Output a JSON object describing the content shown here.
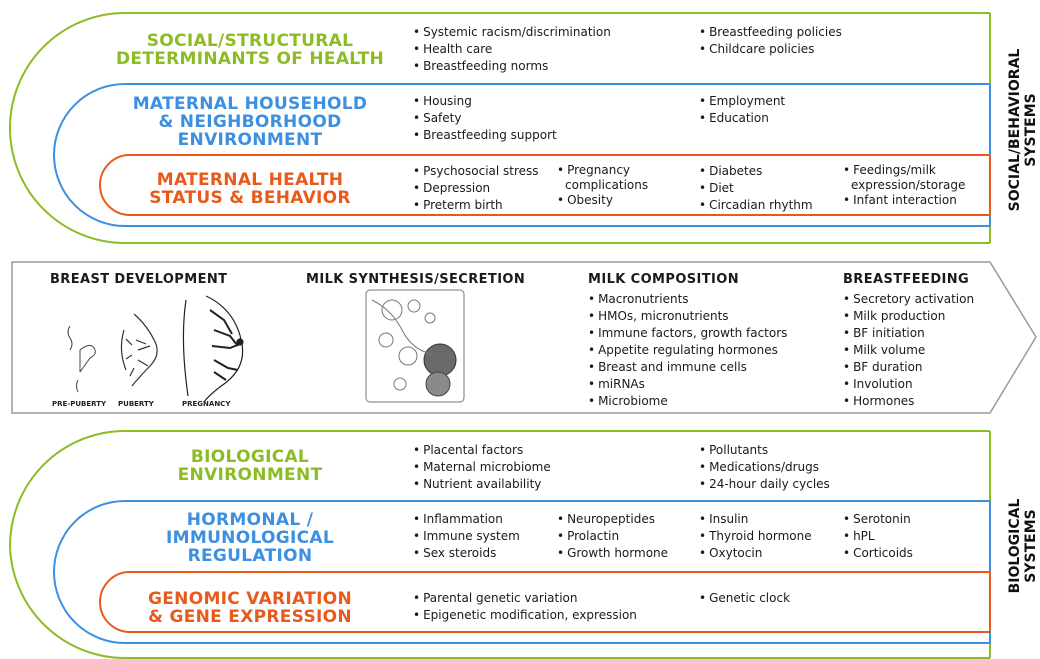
{
  "colors": {
    "green": "#8dbb25",
    "blue": "#3d8fe0",
    "orange": "#e85a1c",
    "grey": "#9a9a9a"
  },
  "social": {
    "side_label": "SOCIAL/BEHAVIORAL\nSYSTEMS",
    "levels": [
      {
        "title": "SOCIAL/STRUCTURAL\nDETERMINANTS OF HEALTH",
        "col1": [
          "Systemic racism/discrimination",
          "Health care",
          "Breastfeeding norms"
        ],
        "col2": [
          "Breastfeeding policies",
          "Childcare policies"
        ]
      },
      {
        "title": "MATERNAL HOUSEHOLD\n& NEIGHBORHOOD\nENVIRONMENT",
        "col1": [
          "Housing",
          "Safety",
          "Breastfeeding support"
        ],
        "col2": [
          "Employment",
          "Education"
        ]
      },
      {
        "title": "MATERNAL HEALTH\nSTATUS & BEHAVIOR",
        "col1": [
          "Psychosocial stress",
          "Depression",
          "Preterm birth"
        ],
        "col2": [
          "Pregnancy\ncomplications",
          "Obesity"
        ],
        "col3": [
          "Diabetes",
          "Diet",
          "Circadian rhythm"
        ],
        "col4": [
          "Feedings/milk\nexpression/storage",
          "Infant interaction"
        ]
      }
    ]
  },
  "middle": {
    "breast_development": {
      "title": "BREAST DEVELOPMENT",
      "stages": [
        "PRE-PUBERTY",
        "PUBERTY",
        "PREGNANCY"
      ]
    },
    "milk_synthesis": {
      "title": "MILK SYNTHESIS/SECRETION"
    },
    "milk_composition": {
      "title": "MILK COMPOSITION",
      "items": [
        "Macronutrients",
        "HMOs, micronutrients",
        "Immune factors, growth factors",
        "Appetite regulating hormones",
        "Breast and immune cells",
        "miRNAs",
        "Microbiome"
      ]
    },
    "breastfeeding": {
      "title": "BREASTFEEDING",
      "items": [
        "Secretory activation",
        "Milk production",
        "BF initiation",
        "Milk volume",
        "BF duration",
        "Involution",
        "Hormones"
      ]
    }
  },
  "biological": {
    "side_label": "BIOLOGICAL\nSYSTEMS",
    "levels": [
      {
        "title": "BIOLOGICAL\nENVIRONMENT",
        "col1": [
          "Placental factors",
          "Maternal microbiome",
          "Nutrient availability"
        ],
        "col2": [
          "Pollutants",
          "Medications/drugs",
          "24-hour daily cycles"
        ]
      },
      {
        "title": "HORMONAL /\nIMMUNOLOGICAL\nREGULATION",
        "col1": [
          "Inflammation",
          "Immune system",
          "Sex steroids"
        ],
        "col2": [
          "Neuropeptides",
          "Prolactin",
          "Growth hormone"
        ],
        "col3": [
          "Insulin",
          "Thyroid hormone",
          "Oxytocin"
        ],
        "col4": [
          "Serotonin",
          "hPL",
          "Corticoids"
        ]
      },
      {
        "title": "GENOMIC VARIATION\n& GENE EXPRESSION",
        "col1": [
          "Parental genetic variation",
          "Epigenetic modification, expression"
        ],
        "col2": [
          "Genetic clock"
        ]
      }
    ]
  }
}
